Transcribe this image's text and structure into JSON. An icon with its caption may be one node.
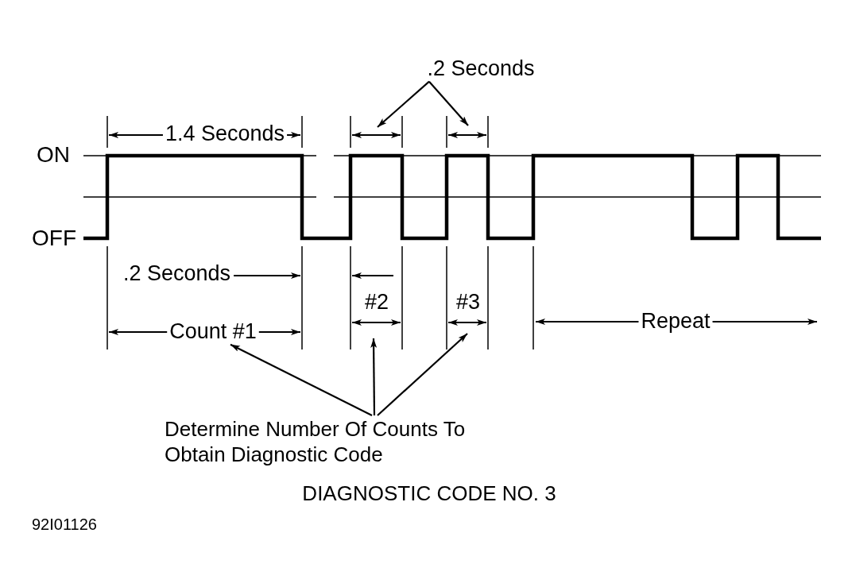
{
  "diagram": {
    "caption": "DIAGNOSTIC CODE NO. 3",
    "nodes": [
      {
        "text": [
          ".2 Seconds"
        ]
      },
      {
        "text": [
          "Count #1"
        ]
      },
      {
        "text": [
          "Determine Number Of Counts To Obtain Diagnostic Code"
        ]
      }
    ],
    "edges": [
      {
        "from": 0,
        "to": null,
        "arrow": "to"
      },
      {
        "from": 0,
        "to": null,
        "arrow": "to"
      },
      {
        "from": 2,
        "to": 1,
        "arrow": "to"
      },
      {
        "from": 2,
        "to": null,
        "arrow": "to"
      },
      {
        "from": 2,
        "to": null,
        "arrow": "to"
      }
    ],
    "labels": [
      "1.4 Seconds",
      "ON",
      "OFF",
      ".2 Seconds",
      "#2",
      "#3",
      "Repeat",
      "92I01126"
    ]
  }
}
